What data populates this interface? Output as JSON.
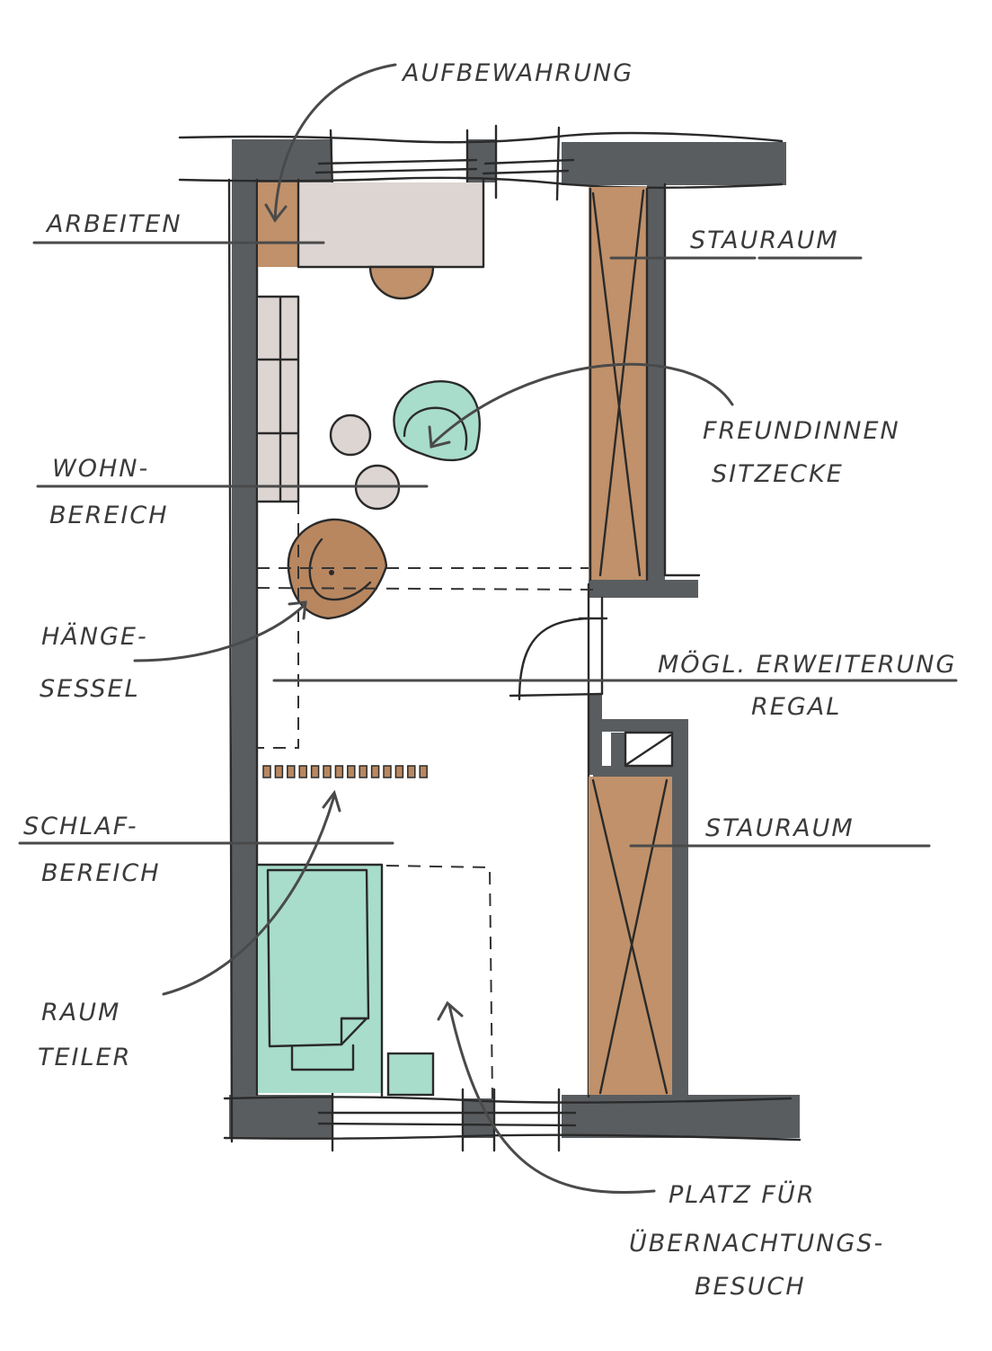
{
  "diagram": {
    "type": "floor-plan-sketch",
    "colors": {
      "wall": "#5a5d60",
      "wood": "#c0916a",
      "beige": "#ddd5d2",
      "mint": "#a8dccb",
      "ink": "#2a2a2a",
      "hanging_chair": "#b88760"
    },
    "labels": {
      "aufbewahrung": "AUFBEWAHRUNG",
      "arbeiten": "ARBEITEN",
      "stauraum_top": "STAURAUM",
      "freundinnen_1": "FREUNDINNEN",
      "freundinnen_2": "SITZECKE",
      "wohn_1": "WOHN-",
      "wohn_2": "BEREICH",
      "haenge_1": "HÄNGE-",
      "haenge_2": "SESSEL",
      "erweiterung_1": "MÖGL. ERWEITERUNG",
      "erweiterung_2": "REGAL",
      "schlaf_1": "SCHLAF-",
      "schlaf_2": "BEREICH",
      "stauraum_bottom": "STAURAUM",
      "raumteiler_1": "RAUM",
      "raumteiler_2": "TEILER",
      "platz_1": "PLATZ FÜR",
      "platz_2": "ÜBERNACHTUNGS-",
      "platz_3": "BESUCH"
    },
    "room_divider_slats": 14
  }
}
